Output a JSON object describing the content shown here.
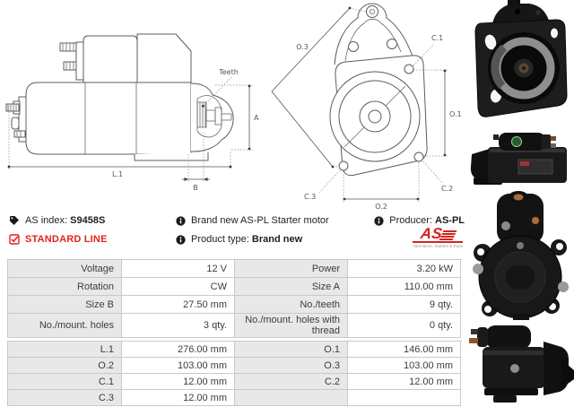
{
  "header": {
    "as_index_label": "AS index:",
    "as_index_value": "S9458S",
    "standard_line": "STANDARD LINE",
    "brand_new_text": "Brand new AS-PL Starter motor",
    "product_type_label": "Product type:",
    "product_type_value": "Brand new",
    "producer_label": "Producer:",
    "producer_value": "AS-PL",
    "logo_text": "AS",
    "logo_tagline": "Alternators. Starters & Parts"
  },
  "drawings": {
    "side_view": {
      "teeth": "Teeth",
      "a": "A",
      "l1": "L.1",
      "b": "B"
    },
    "front_view": {
      "o3": "O.3",
      "c1": "C.1",
      "o1": "O.1",
      "c2": "C.2",
      "c3": "C.3",
      "o2": "O.2"
    }
  },
  "table": {
    "rows": [
      {
        "label": "Voltage",
        "value": "12 V",
        "label2": "Power",
        "value2": "3.20 kW"
      },
      {
        "label": "Rotation",
        "value": "CW",
        "label2": "Size A",
        "value2": "110.00 mm"
      },
      {
        "label": "Size B",
        "value": "27.50 mm",
        "label2": "No./teeth",
        "value2": "9 qty."
      },
      {
        "label": "No./mount. holes",
        "value": "3 qty.",
        "label2": "No./mount. holes with thread",
        "value2": "0 qty."
      },
      {
        "label": "L.1",
        "value": "276.00 mm",
        "label2": "O.1",
        "value2": "146.00 mm"
      },
      {
        "label": "O.2",
        "value": "103.00 mm",
        "label2": "O.3",
        "value2": "103.00 mm"
      },
      {
        "label": "C.1",
        "value": "12.00 mm",
        "label2": "C.2",
        "value2": "12.00 mm"
      },
      {
        "label": "C.3",
        "value": "12.00 mm",
        "label2": "",
        "value2": ""
      }
    ]
  },
  "colors": {
    "accent_red": "#e4221e",
    "table_label_bg": "#e8e8e8",
    "table_border": "#c9c9c9",
    "text": "#3c3c3c"
  }
}
